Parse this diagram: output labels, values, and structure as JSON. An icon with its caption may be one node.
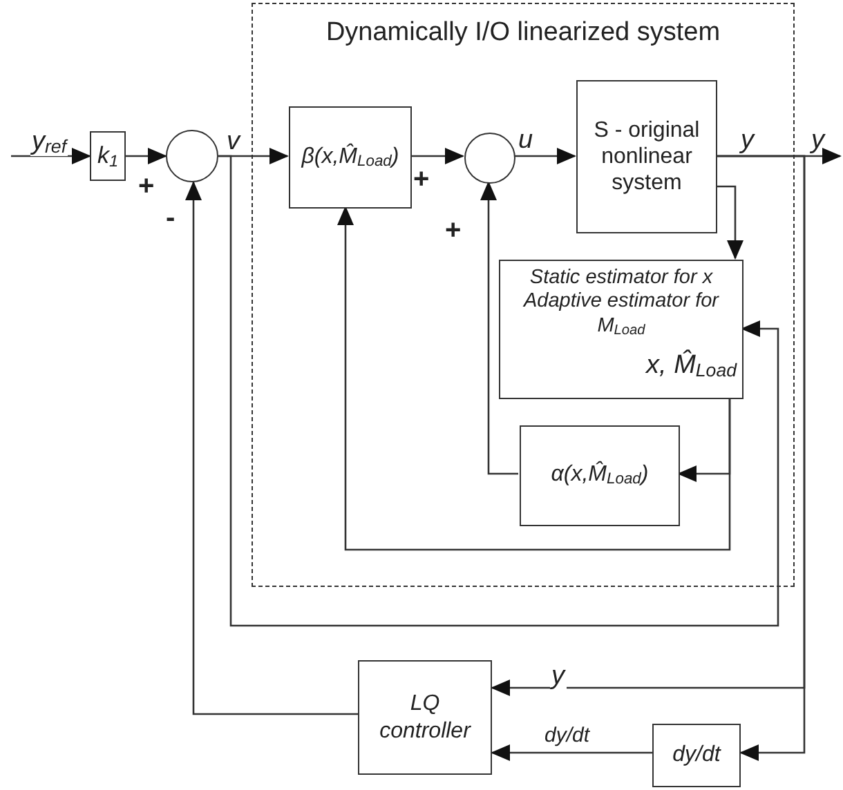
{
  "diagram": {
    "nodes": [
      {
        "text": [
          "Dynamically I/O linearized system"
        ]
      },
      {
        "text": [
          "k$_{1}$"
        ]
      },
      {
        "text": [],
        "shape": "circle"
      },
      {
        "text": [
          "β(x,M̂$_{Load}$)"
        ],
        "in": 0
      },
      {
        "text": [],
        "shape": "circle",
        "in": 0
      },
      {
        "text": [
          "S - original nonlinear system"
        ],
        "in": 0
      },
      {
        "text": [
          "Static estimator for x",
          "Adaptive estimator for M$_{Load}$",
          "x, M̂$_{Load}$"
        ],
        "in": 0
      },
      {
        "text": [
          "α(x,M̂$_{Load}$)"
        ],
        "in": 0
      },
      {
        "text": [
          "LQ controller"
        ]
      },
      {
        "text": [
          "dy/dt"
        ]
      }
    ],
    "edges": [
      {
        "from": null,
        "to": 1,
        "arrow": "to",
        "label": "y$_{ref}$"
      },
      {
        "from": 1,
        "to": 2,
        "arrow": "to"
      },
      {
        "from": 2,
        "to": 3,
        "arrow": "to",
        "label": "v"
      },
      {
        "from": 3,
        "to": 4,
        "arrow": "to"
      },
      {
        "from": 4,
        "to": 5,
        "arrow": "to",
        "label": "u"
      },
      {
        "from": 5,
        "to": null,
        "arrow": "to",
        "label": "y"
      },
      {
        "from": 5,
        "to": 6,
        "arrow": "to"
      },
      {
        "from": 6,
        "to": 7,
        "arrow": "to"
      },
      {
        "from": 6,
        "to": 3,
        "arrow": "to"
      },
      {
        "from": 7,
        "to": 4,
        "arrow": "to"
      },
      {
        "from": 2,
        "to": 6,
        "arrow": "to"
      },
      {
        "from": 5,
        "to": 8,
        "arrow": "to",
        "label": "y"
      },
      {
        "from": 5,
        "to": 9,
        "arrow": "to"
      },
      {
        "from": 9,
        "to": 8,
        "arrow": "to",
        "label": "dy/dt"
      },
      {
        "from": 8,
        "to": 2,
        "arrow": "to"
      }
    ],
    "labels": [
      "y",
      "+",
      "+",
      "-",
      "+"
    ]
  }
}
